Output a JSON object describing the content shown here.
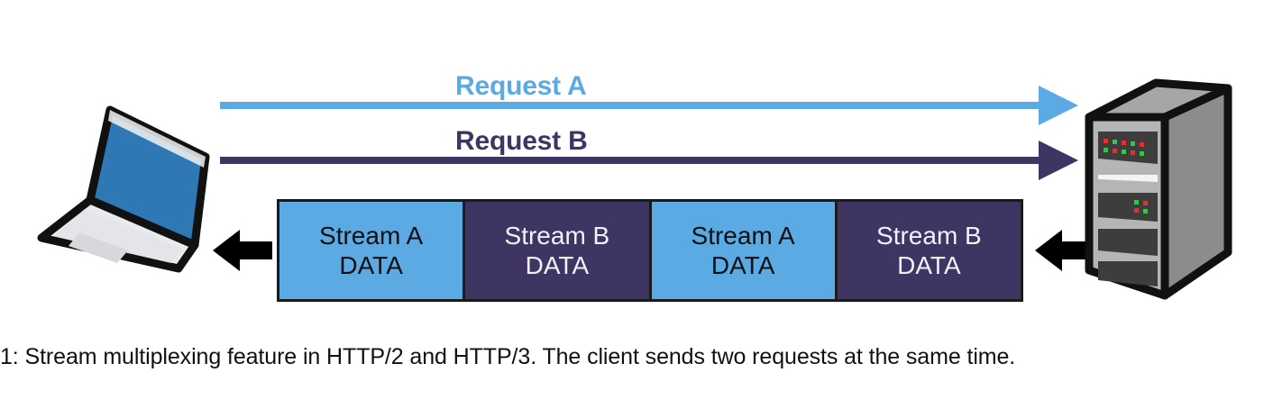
{
  "diagram": {
    "title_caption": "1: Stream multiplexing feature in HTTP/2 and HTTP/3. The client sends two requests at the same time.",
    "client_icon": "laptop-icon",
    "server_icon": "server-tower-icon",
    "requests": [
      {
        "label": "Request A",
        "color": "#5BAAE4",
        "direction": "client-to-server"
      },
      {
        "label": "Request B",
        "color": "#3E3563",
        "direction": "client-to-server"
      }
    ],
    "response_direction": "server-to-client",
    "response_arrow_color": "#000000",
    "streams": [
      {
        "line1": "Stream A",
        "line2": "DATA",
        "theme": "light",
        "fill": "#5BAAE4",
        "text_color": "#111111"
      },
      {
        "line1": "Stream B",
        "line2": "DATA",
        "theme": "dark",
        "fill": "#3E3563",
        "text_color": "#F2F0F7"
      },
      {
        "line1": "Stream A",
        "line2": "DATA",
        "theme": "light",
        "fill": "#5BAAE4",
        "text_color": "#111111"
      },
      {
        "line1": "Stream B",
        "line2": "DATA",
        "theme": "dark",
        "fill": "#3E3563",
        "text_color": "#F2F0F7"
      }
    ],
    "colors": {
      "stream_a": "#5BAAE4",
      "stream_b": "#3E3563",
      "outline": "#1A1A1A",
      "background": "#FFFFFF"
    }
  }
}
